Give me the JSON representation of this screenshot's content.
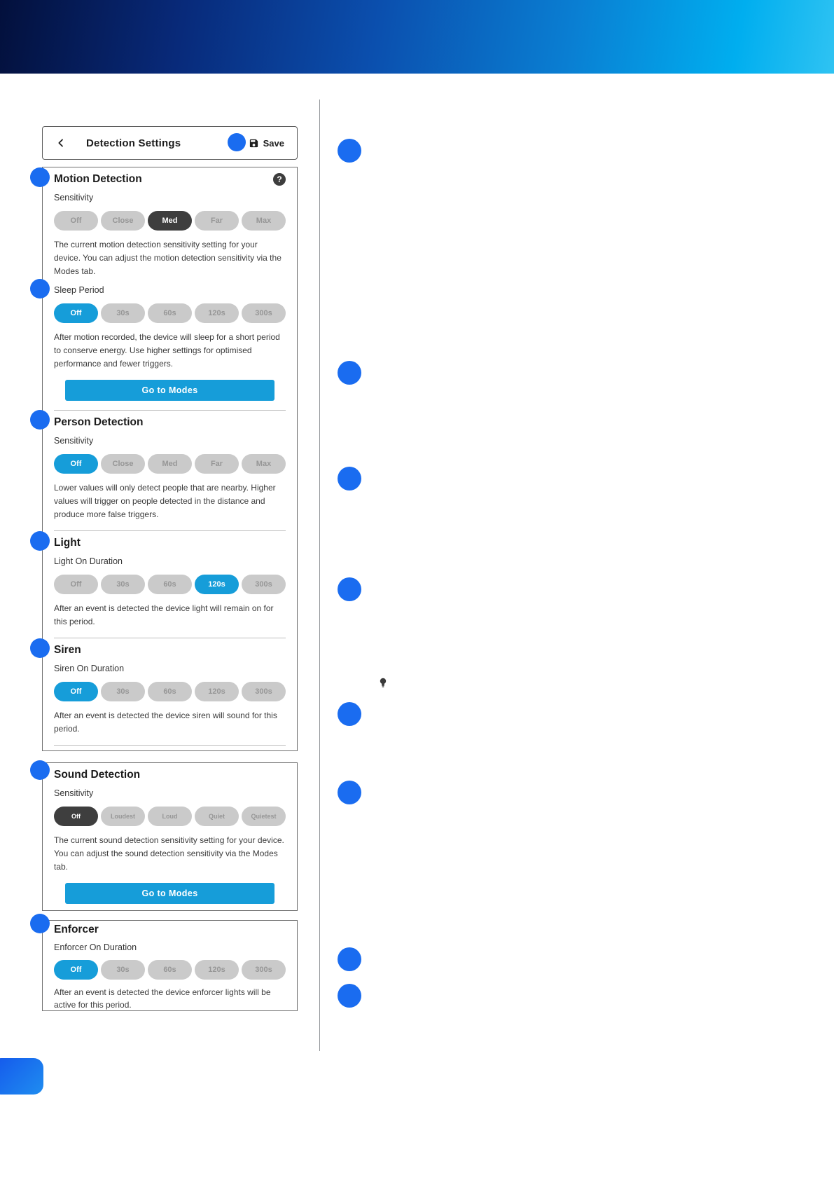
{
  "header": {
    "title": "Detection Settings",
    "save_label": "Save"
  },
  "icons": {
    "help_glyph": "?"
  },
  "motion": {
    "title": "Motion Detection",
    "sensitivity_label": "Sensitivity",
    "sensitivity_options": [
      "Off",
      "Close",
      "Med",
      "Far",
      "Max"
    ],
    "sensitivity_selected": "Med",
    "sensitivity_desc": "The current motion detection sensitivity setting for your device. You can adjust the motion detection sensitivity via the Modes tab.",
    "sleep_label": "Sleep Period",
    "sleep_options": [
      "Off",
      "30s",
      "60s",
      "120s",
      "300s"
    ],
    "sleep_selected": "Off",
    "sleep_desc": "After motion recorded, the device will sleep for a short period to conserve energy. Use higher settings for optimised performance and fewer triggers.",
    "go_to_modes_label": "Go to Modes"
  },
  "person": {
    "title": "Person Detection",
    "sensitivity_label": "Sensitivity",
    "options": [
      "Off",
      "Close",
      "Med",
      "Far",
      "Max"
    ],
    "selected": "Off",
    "desc": "Lower values will only detect people that are nearby. Higher values will trigger on people detected in the distance and produce more false triggers."
  },
  "light": {
    "title": "Light",
    "duration_label": "Light On Duration",
    "options": [
      "Off",
      "30s",
      "60s",
      "120s",
      "300s"
    ],
    "selected": "120s",
    "desc": "After an event is detected the device light will remain on for this period."
  },
  "siren": {
    "title": "Siren",
    "duration_label": "Siren On Duration",
    "options": [
      "Off",
      "30s",
      "60s",
      "120s",
      "300s"
    ],
    "selected": "Off",
    "desc": "After an event is detected the device siren will sound for this period."
  },
  "sound": {
    "title": "Sound Detection",
    "sensitivity_label": "Sensitivity",
    "options": [
      "Off",
      "Loudest",
      "Loud",
      "Quiet",
      "Quietest"
    ],
    "selected": "Off",
    "desc": "The current sound detection sensitivity setting for your device. You can adjust the sound detection sensitivity via the Modes tab.",
    "go_to_modes_label": "Go to Modes"
  },
  "enforcer": {
    "title": "Enforcer",
    "duration_label": "Enforcer On Duration",
    "options": [
      "Off",
      "30s",
      "60s",
      "120s",
      "300s"
    ],
    "selected": "Off",
    "desc": "After an event is detected the device enforcer lights will be active for this period."
  },
  "colors": {
    "accent_blue": "#169dd9",
    "callout_blue": "#1a6cf0",
    "dark_pill": "#3e3e3e",
    "banner_dark": "#03103c",
    "banner_cyan": "#00aeef"
  }
}
